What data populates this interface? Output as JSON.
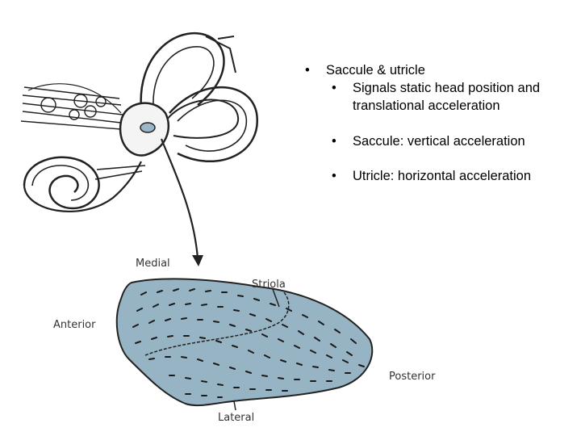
{
  "bullets": {
    "marker": "•",
    "main": "Saccule & utricle",
    "sub1_line1": "Signals static head position and",
    "sub1_line2": "translational acceleration",
    "sub2": "Saccule: vertical acceleration",
    "sub3": "Utricle: horizontal acceleration"
  },
  "labels": {
    "medial": "Medial",
    "striola": "Striola",
    "anterior": "Anterior",
    "posterior": "Posterior",
    "lateral": "Lateral"
  },
  "colors": {
    "macula_fill": "#96b4c3",
    "ink": "#222222",
    "bone": "#f4f4f4"
  }
}
